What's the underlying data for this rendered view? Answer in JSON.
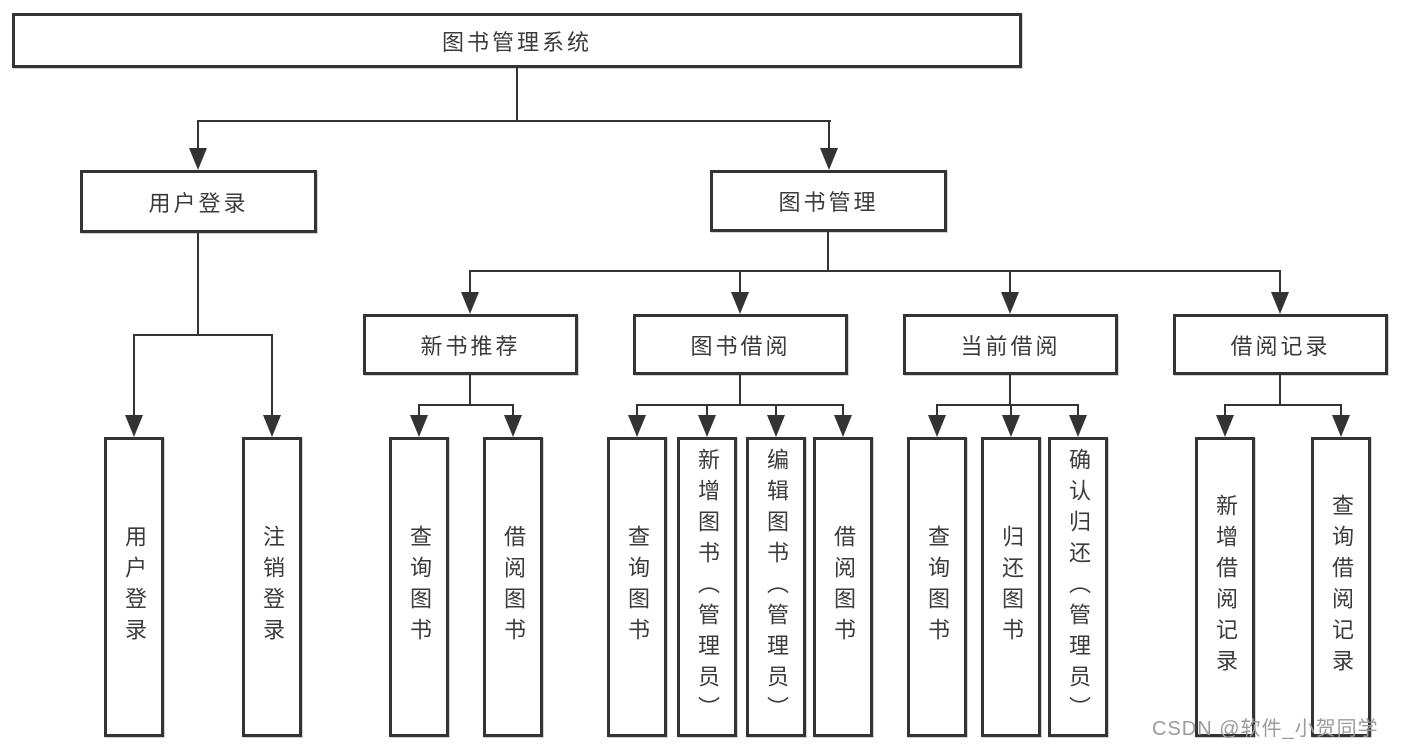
{
  "colors": {
    "line": "#333333",
    "box_border": "#333333",
    "text": "#3b3b3b",
    "watermark": "#9b9b9b",
    "background": "#ffffff"
  },
  "tree": {
    "root": "图书管理系统",
    "children": [
      {
        "label": "用户登录",
        "children": [
          "用户登录",
          "注销登录"
        ]
      },
      {
        "label": "图书管理",
        "children": [
          {
            "label": "新书推荐",
            "children": [
              "查询图书",
              "借阅图书"
            ]
          },
          {
            "label": "图书借阅",
            "children": [
              "查询图书",
              "新增图书（管理员）",
              "编辑图书（管理员）",
              "借阅图书"
            ]
          },
          {
            "label": "当前借阅",
            "children": [
              "查询图书",
              "归还图书",
              "确认归还（管理员）"
            ]
          },
          {
            "label": "借阅记录",
            "children": [
              "新增借阅记录",
              "查询借阅记录"
            ]
          }
        ]
      }
    ]
  },
  "watermark": {
    "text": "CSDN @软件_小贺同学"
  }
}
